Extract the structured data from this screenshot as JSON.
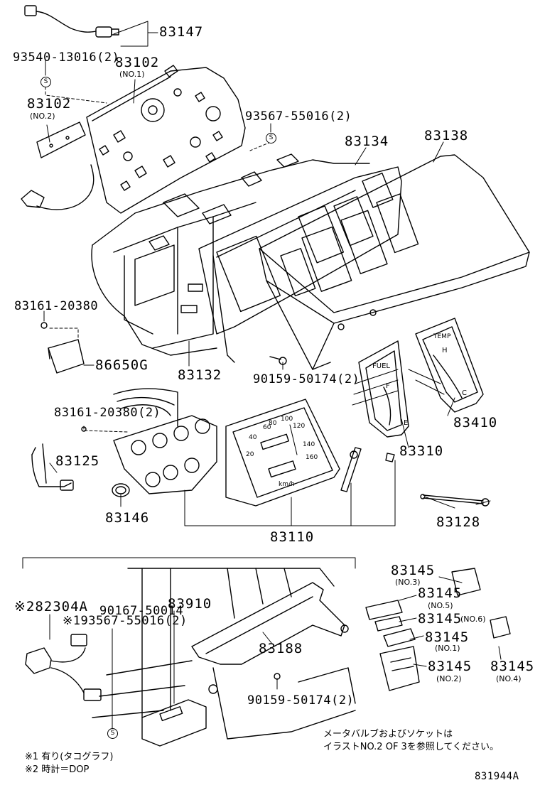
{
  "diagram_code": "831944A",
  "labels": {
    "p83147": "83147",
    "p93540": "93540-13016(2)",
    "p83102a": "83102",
    "p83102a_sub": "(NO.1)",
    "p83102b": "83102",
    "p83102b_sub": "(NO.2)",
    "p93567": "93567-55016(2)",
    "p83134": "83134",
    "p83138": "83138",
    "p83161a": "83161-20380",
    "p86650": "86650G",
    "p83132": "83132",
    "p90159a": "90159-50174(2)",
    "p83161b": "83161-20380(2)",
    "p83125": "83125",
    "p83146": "83146",
    "p83110": "83110",
    "p83310": "83310",
    "p83410": "83410",
    "p83128": "83128",
    "p83145_3": "83145",
    "p83145_3_sub": "(NO.3)",
    "p83145_5": "83145",
    "p83145_5_sub": "(NO.5)",
    "p83145_6": "83145",
    "p83145_6_sub": "(NO.6)",
    "p83145_1": "83145",
    "p83145_1_sub": "(NO.1)",
    "p83145_2": "83145",
    "p83145_2_sub": "(NO.2)",
    "p83145_4": "83145",
    "p83145_4_sub": "(NO.4)",
    "p82304": "※282304A",
    "p90167": "90167-50014",
    "p83910": "83910",
    "p93567b": "※193567-55016(2)",
    "p83188": "83188",
    "p90159b": "90159-50174(2)"
  },
  "marker_symbol": "S",
  "notes": {
    "bulb_line1": "メータバルブおよびソケットは",
    "bulb_line2": "イラストNO.2 OF 3を参照してください。",
    "footnote1": "※1 有り(タコグラフ)",
    "footnote2": "※2 時計＝DOP"
  },
  "panel_text": {
    "fuel": "FUEL",
    "temp": "TEMP",
    "km_h": "km/h",
    "speed_ticks": [
      "20",
      "40",
      "60",
      "80",
      "100",
      "120",
      "140",
      "160"
    ],
    "gauge_marks": [
      "F",
      "E",
      "H",
      "C"
    ]
  }
}
